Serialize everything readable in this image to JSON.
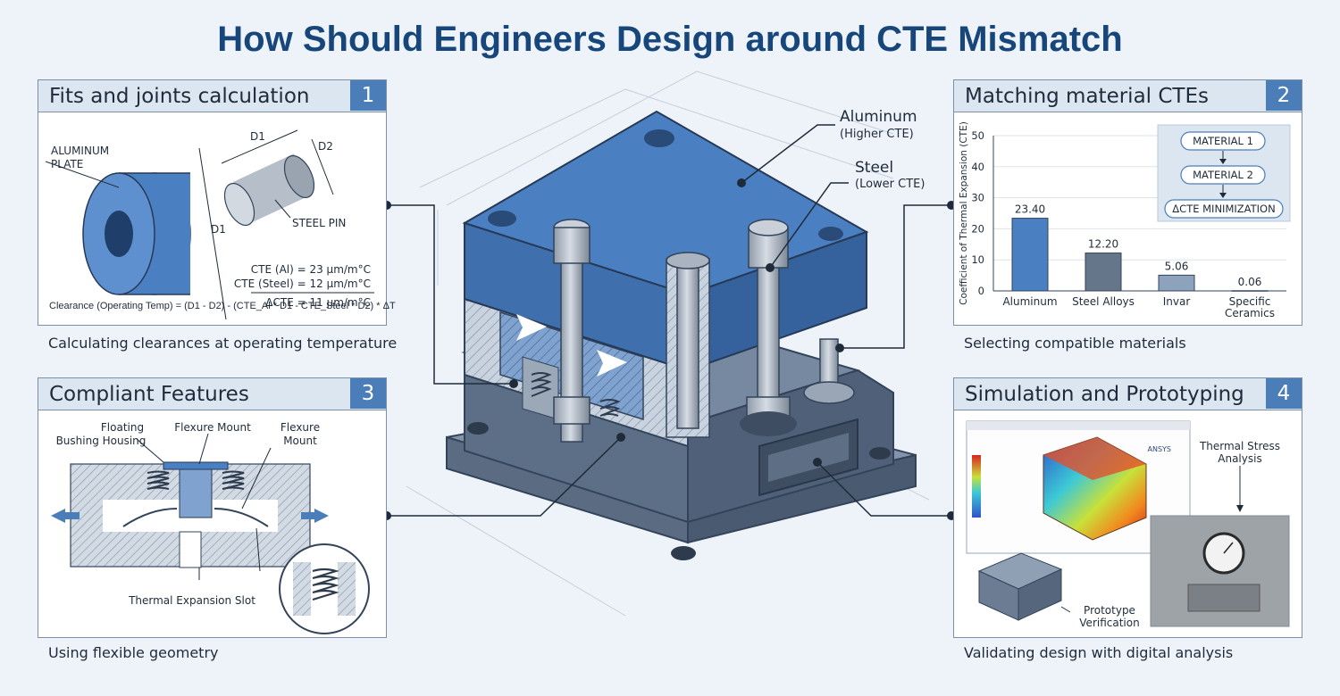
{
  "title": "How Should Engineers Design around CTE Mismatch",
  "panel1": {
    "title": "Fits and joints calculation",
    "number": "1",
    "label_plate_1": "ALUMINUM",
    "label_plate_2": "PLATE",
    "label_pin": "STEEL PIN",
    "label_d1_top": "D1",
    "label_d1_side": "D1",
    "label_d2": "D2",
    "cte_al": "CTE (Al) = 23 μm/m°C",
    "cte_steel": "CTE (Steel) = 12 μm/m°C",
    "delta_cte": "ΔCTE = 11 μm/m°C",
    "formula": "Clearance (Operating Temp) = (D1 - D2) - (CTE_Al * D1 - CTE_Steel * D2) * ΔT",
    "caption": "Calculating clearances at operating temperature"
  },
  "panel2": {
    "title": "Matching material CTEs",
    "number": "2",
    "flow": [
      "MATERIAL 1",
      "MATERIAL 2",
      "ΔCTE MINIMIZATION"
    ],
    "caption": "Selecting compatible materials"
  },
  "chart_data": {
    "type": "bar",
    "categories": [
      "Aluminum",
      "Steel Alloys",
      "Invar",
      "Specific Ceramics"
    ],
    "values": [
      23.4,
      12.2,
      5.06,
      0.06
    ],
    "value_labels": [
      "23.40",
      "12.20",
      "5.06",
      "0.06"
    ],
    "colors": [
      "#4a7fc1",
      "#66768a",
      "#8da3bd",
      "#f2f5f8"
    ],
    "ylabel": "Coefficient of Thermal Expansion (CTE)",
    "ylim": [
      0,
      50
    ],
    "yticks": [
      "0",
      "10",
      "20",
      "30",
      "40",
      "50"
    ],
    "grid": true
  },
  "panel3": {
    "title": "Compliant Features",
    "number": "3",
    "label_floating_1": "Floating",
    "label_floating_2": "Bushing Housing",
    "label_flexure_1": "Flexure Mount",
    "label_flexure_2a": "Flexure",
    "label_flexure_2b": "Mount",
    "label_slot": "Thermal Expansion Slot",
    "caption": "Using flexible geometry"
  },
  "panel4": {
    "title": "Simulation and Prototyping",
    "number": "4",
    "label_thermal_1": "Thermal Stress",
    "label_thermal_2": "Analysis",
    "label_proto_1": "Prototype",
    "label_proto_2": "Verification",
    "sim_brand": "ANSYS",
    "caption": "Validating design with digital analysis"
  },
  "center": {
    "aluminum": "Aluminum",
    "aluminum_sub": "(Higher CTE)",
    "steel": "Steel",
    "steel_sub": "(Lower CTE)"
  },
  "colors": {
    "aluminum_blue": "#4a7fc1",
    "steel_gray": "#66768a",
    "title_blue": "#17467a",
    "panel_header": "#dbe6f1"
  }
}
